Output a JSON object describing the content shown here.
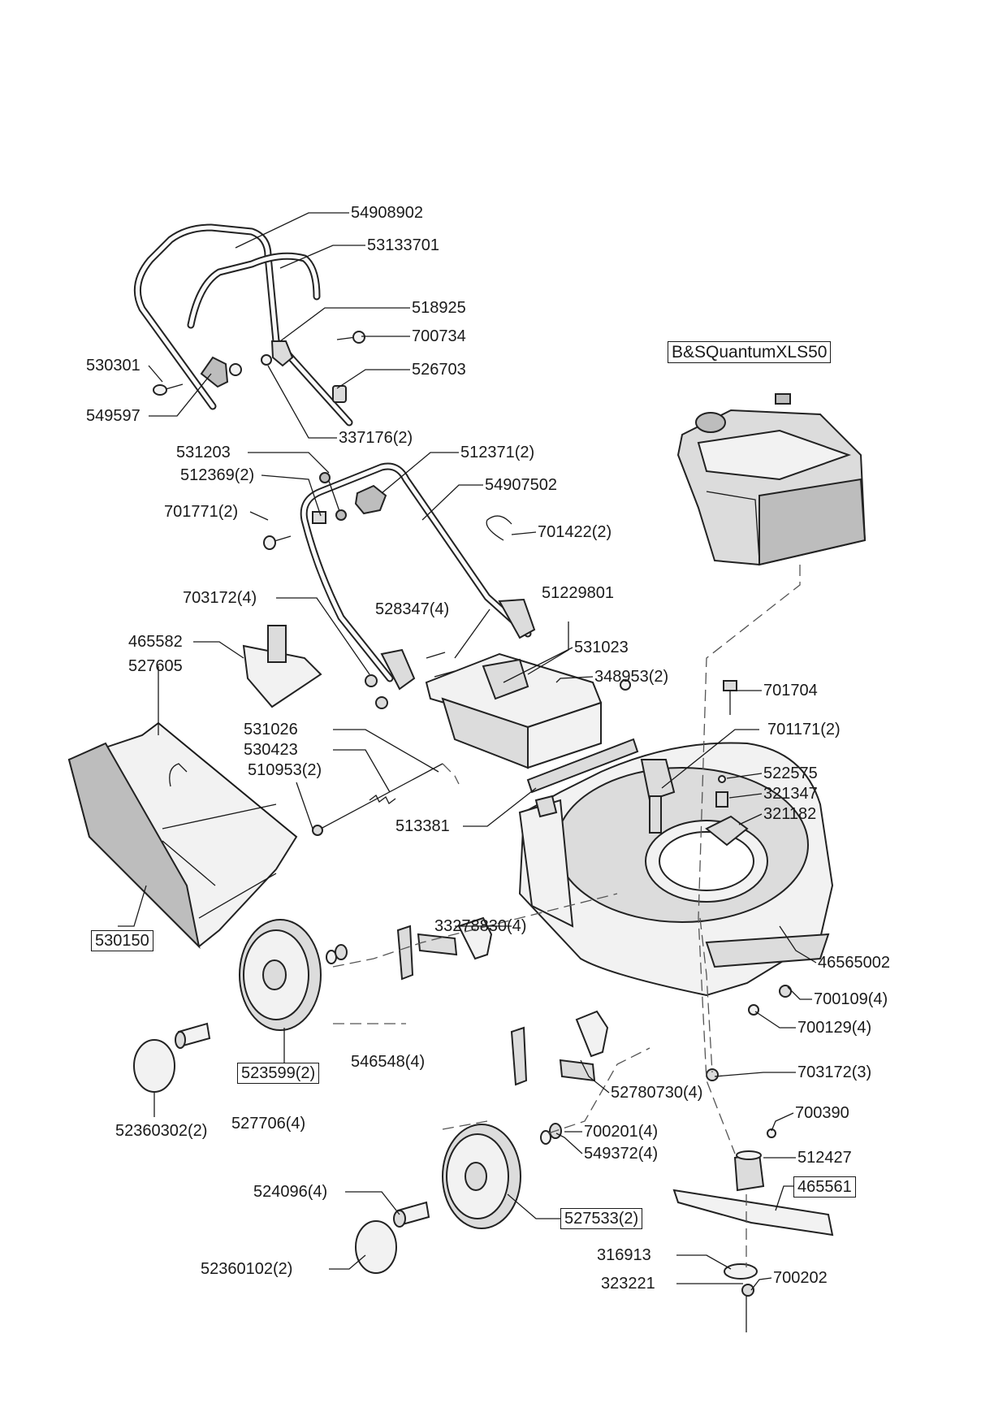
{
  "labels": {
    "l54908902": "54908902",
    "l53133701": "53133701",
    "l518925": "518925",
    "l700734": "700734",
    "l530301": "530301",
    "l526703": "526703",
    "l549597": "549597",
    "l337176": "337176(2)",
    "l531203": "531203",
    "l512371": "512371(2)",
    "l512369": "512369(2)",
    "l54907502": "54907502",
    "l701771": "701771(2)",
    "l701422": "701422(2)",
    "l703172_4": "703172(4)",
    "l528347": "528347(4)",
    "l51229801": "51229801",
    "l465582": "465582",
    "l531023": "531023",
    "l527605": "527605",
    "l348953": "348953(2)",
    "l701704": "701704",
    "l531026": "531026",
    "l701171": "701171(2)",
    "l530423": "530423",
    "l510953": "510953(2)",
    "l522575": "522575",
    "l321347": "321347",
    "l513381": "513381",
    "l321182": "321182",
    "l530150": "530150",
    "l46565002": "46565002",
    "l700109": "700109(4)",
    "l33278830": "33278830(4)",
    "l700129": "700129(4)",
    "l546548": "546548(4)",
    "l523599": "523599(2)",
    "l703172_3": "703172(3)",
    "l52780730": "52780730(4)",
    "l700390": "700390",
    "l52360302": "52360302(2)",
    "l527706": "527706(4)",
    "l700201": "700201(4)",
    "l512427": "512427",
    "l549372": "549372(4)",
    "l524096": "524096(4)",
    "l465561": "465561",
    "l527533": "527533(2)",
    "l316913": "316913",
    "l52360102": "52360102(2)",
    "l700202": "700202",
    "l323221": "323221",
    "engine": "B&SQuantumXLS50"
  }
}
